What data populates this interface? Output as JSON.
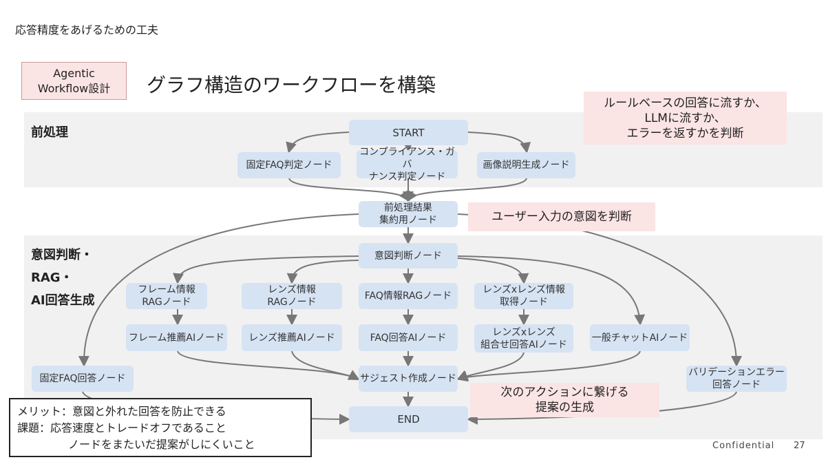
{
  "slide": {
    "title": "応答精度をあげるための工夫",
    "tag": "Agentic\nWorkflow設計",
    "heading": "グラフ構造のワークフローを構築",
    "footer": "Confidential",
    "page": "27"
  },
  "sections": {
    "pre": "前処理",
    "intent1": "意図判断・",
    "intent2": "RAG・",
    "intent3": "AI回答生成"
  },
  "nodes": {
    "start": "START",
    "faq_judge": "固定FAQ判定ノード",
    "compliance": "コンプライアンス・ガバ\nナンス判定ノード",
    "image": "画像説明生成ノード",
    "aggregate": "前処理結果\n集約用ノード",
    "intent": "意図判断ノード",
    "frame_rag": "フレーム情報\nRAGノード",
    "lens_rag": "レンズ情報\nRAGノード",
    "faq_rag": "FAQ情報RAGノード",
    "lxl_info": "レンズxレンズ情報\n取得ノード",
    "frame_ai": "フレーム推薦AIノード",
    "lens_ai": "レンズ推薦AIノード",
    "faq_ai": "FAQ回答AIノード",
    "lxl_ai": "レンズxレンズ\n組合せ回答AIノード",
    "chat_ai": "一般チャットAIノード",
    "faq_fixed": "固定FAQ回答ノード",
    "suggest": "サジェスト作成ノード",
    "validation": "バリデーションエラー\n回答ノード",
    "end": "END"
  },
  "callouts": {
    "rule": "ルールベースの回答に流すか、\nLLMに流すか、\nエラーを返すかを判断",
    "intent": "ユーザー入力の意図を判断",
    "next": "次のアクションに繋げる\n提案の生成"
  },
  "summary": {
    "merit": "メリット：意図と外れた回答を防止できる",
    "issue1": "課題：応答速度とトレードオフであること",
    "issue2": "ノードをまたいだ提案がしにくいこと"
  }
}
